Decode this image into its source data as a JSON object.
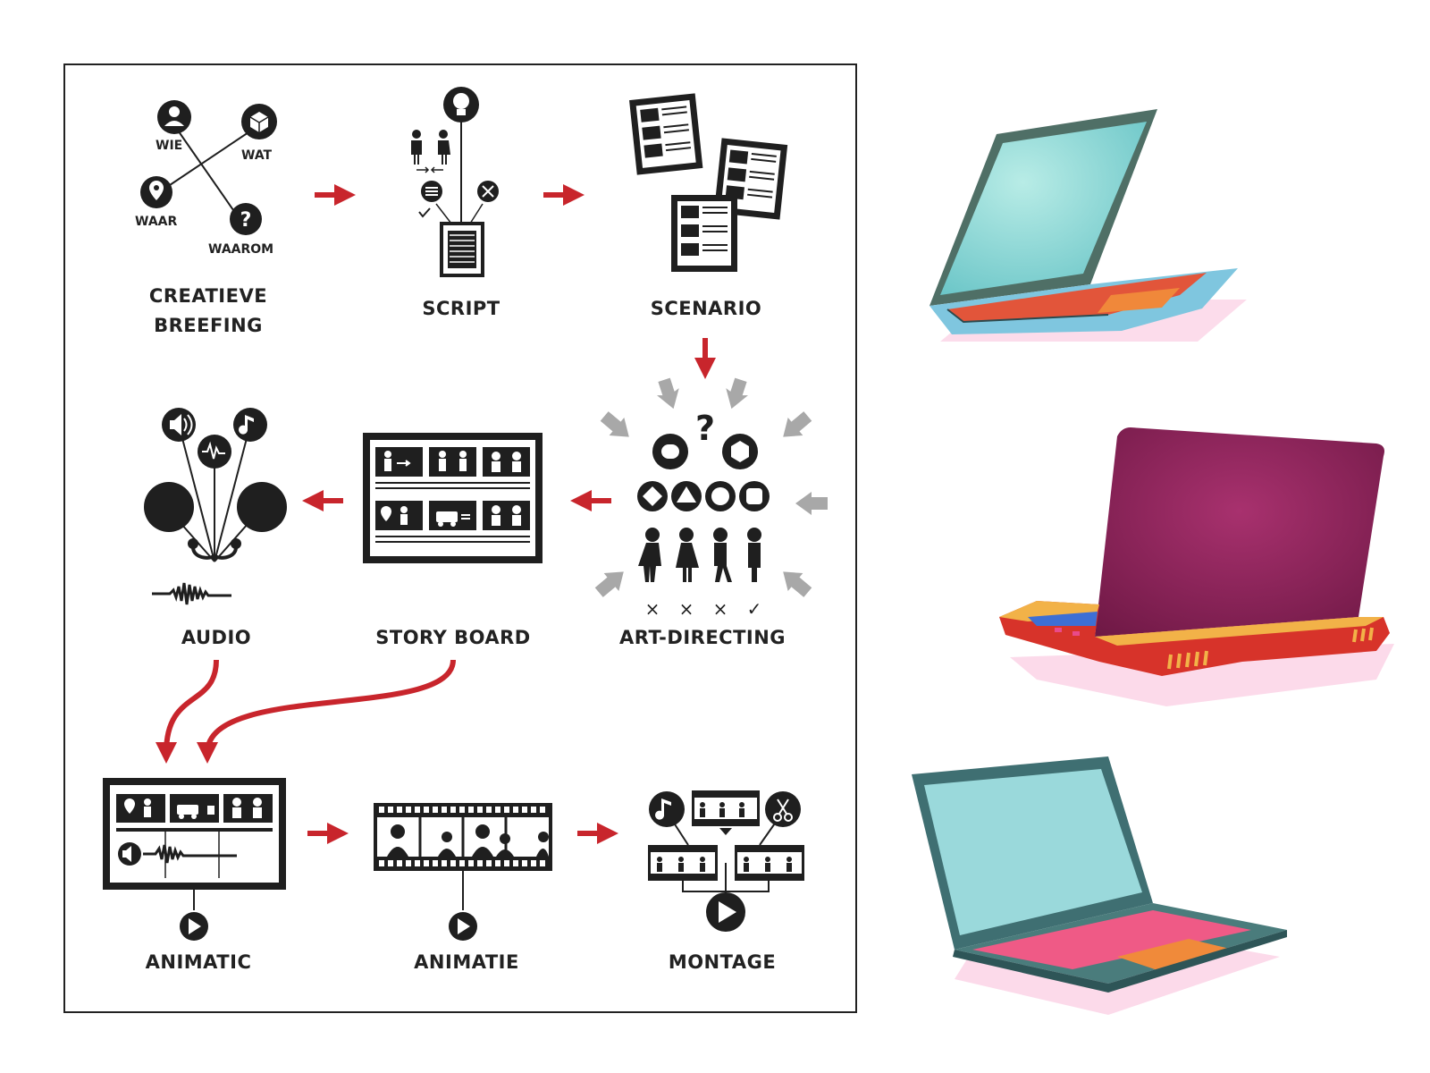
{
  "colors": {
    "ink": "#1f1f1f",
    "accent": "#c8252c",
    "muted_arrow": "#a8a8a8",
    "frame_border": "#222222"
  },
  "briefing": {
    "who": "WIE",
    "what": "WAT",
    "where": "WAAR",
    "why": "WAAROM"
  },
  "steps": [
    {
      "id": "creatieve-breefing",
      "label_line1": "CREATIEVE",
      "label_line2": "BREEFING"
    },
    {
      "id": "script",
      "label_line1": "SCRIPT"
    },
    {
      "id": "scenario",
      "label_line1": "SCENARIO"
    },
    {
      "id": "art-directing",
      "label_line1": "ART-DIRECTING"
    },
    {
      "id": "story-board",
      "label_line1": "STORY BOARD"
    },
    {
      "id": "audio",
      "label_line1": "AUDIO"
    },
    {
      "id": "animatic",
      "label_line1": "ANIMATIC"
    },
    {
      "id": "animatie",
      "label_line1": "ANIMATIE"
    },
    {
      "id": "montage",
      "label_line1": "MONTAGE"
    }
  ],
  "art_directing_marks": {
    "question": "?",
    "cross": "×",
    "check": "✓"
  },
  "laptops": [
    {
      "name": "laptop-open-teal",
      "screen": "#8fd8d4",
      "body": "#7fc6df",
      "keys": "#e2553a"
    },
    {
      "name": "laptop-back-magenta",
      "lid": "#8e1e5c",
      "base": "#e0502e",
      "trim": "#f2b248"
    },
    {
      "name": "laptop-open-green",
      "screen": "#9ad9db",
      "body": "#3f6f72",
      "keys": "#ef5a86"
    }
  ]
}
